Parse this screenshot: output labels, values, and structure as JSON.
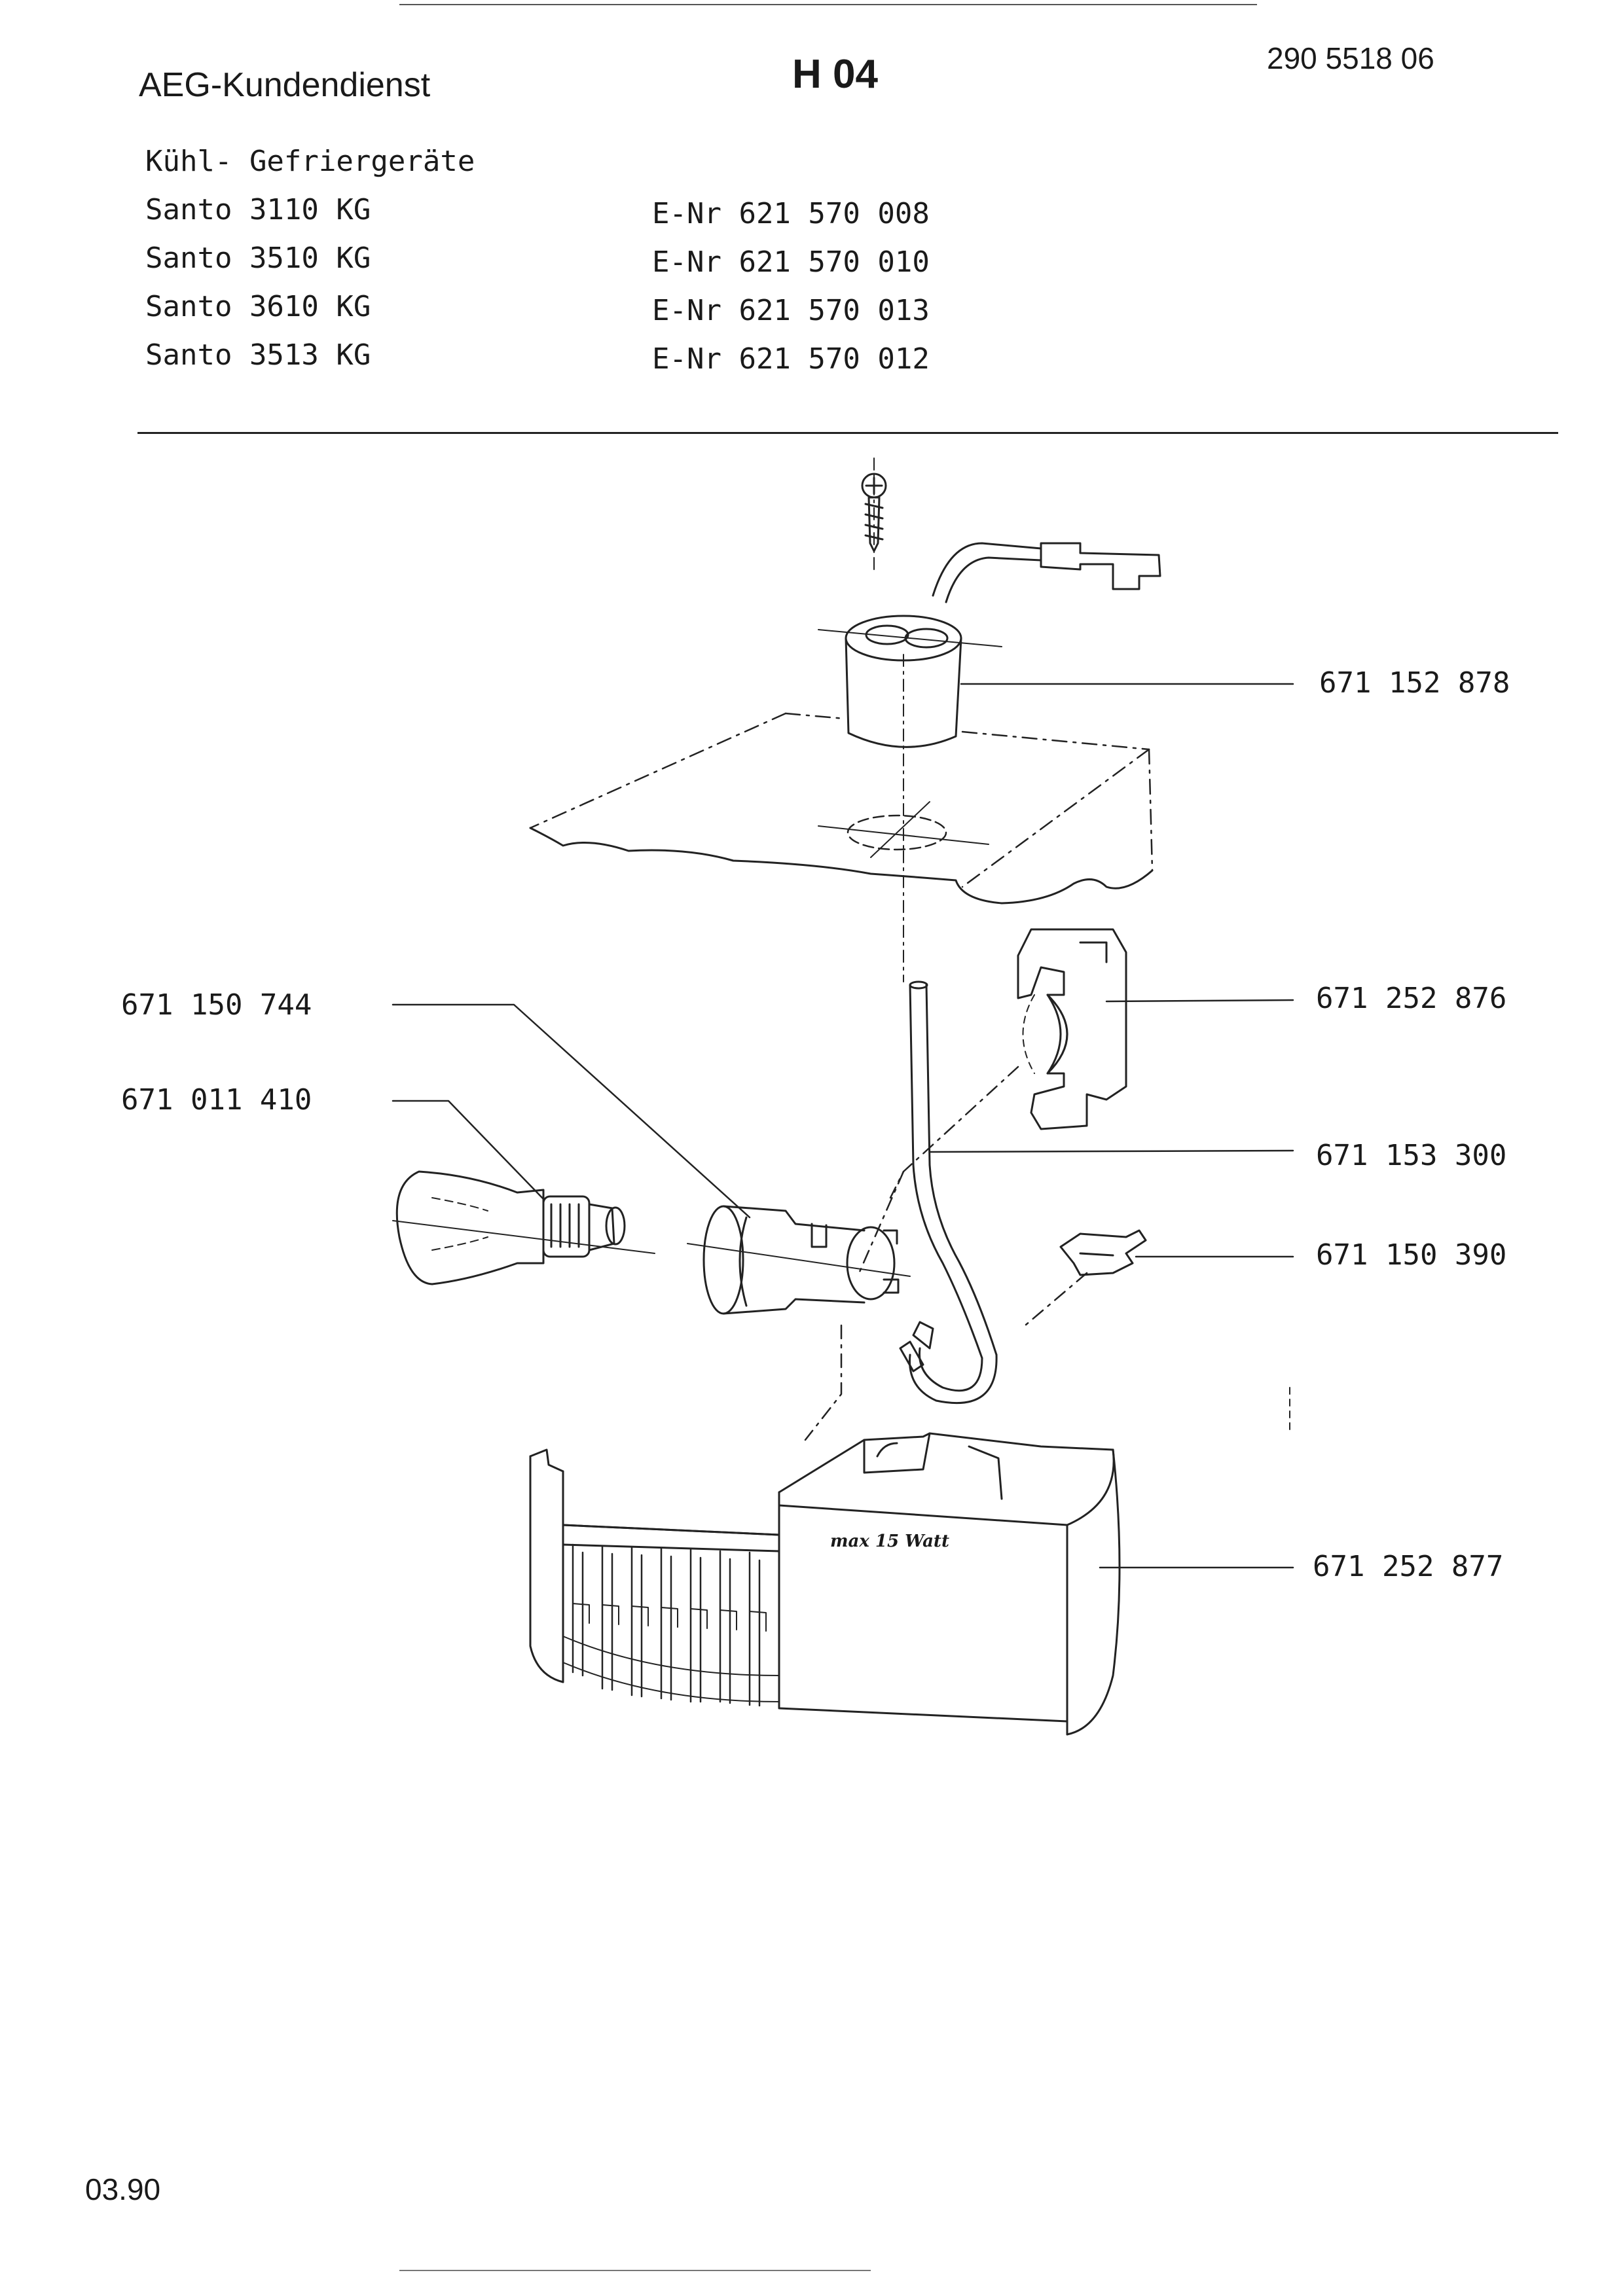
{
  "header": {
    "brand": "AEG-Kundendienst",
    "code": "H 04",
    "doc_number": "290 5518 06"
  },
  "category": "Kühl- Gefriergeräte",
  "models": [
    {
      "name": "Santo 3110 KG",
      "enr": "E-Nr 621 570 008"
    },
    {
      "name": "Santo 3510 KG",
      "enr": "E-Nr 621 570 010"
    },
    {
      "name": "Santo 3610 KG",
      "enr": "E-Nr 621 570 013"
    },
    {
      "name": "Santo 3513 KG",
      "enr": "E-Nr 621 570 012"
    }
  ],
  "parts": {
    "lamp_holder_top": "671 152 878",
    "clip_holder": "671 252 876",
    "socket": "671 150 744",
    "bulb": "671 011 410",
    "cable": "671 153 300",
    "clip_small": "671 150 390",
    "lamp_cover": "671 252 877"
  },
  "cover_label": "max 15 Watt",
  "footer": {
    "date": "03.90"
  }
}
